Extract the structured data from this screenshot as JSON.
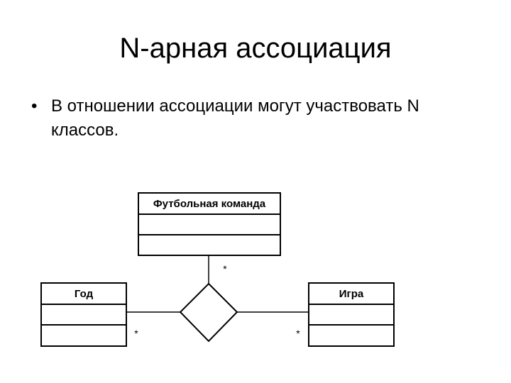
{
  "slide": {
    "title": "N-арная ассоциация",
    "bullets": [
      {
        "marker": "•",
        "text": "В отношении ассоциации могут участвовать N классов."
      }
    ]
  },
  "diagram": {
    "classes": {
      "team": {
        "name": "Футбольная команда"
      },
      "year": {
        "name": "Год"
      },
      "game": {
        "name": "Игра"
      }
    },
    "multiplicities": {
      "team": "*",
      "year": "*",
      "game": "*"
    }
  }
}
